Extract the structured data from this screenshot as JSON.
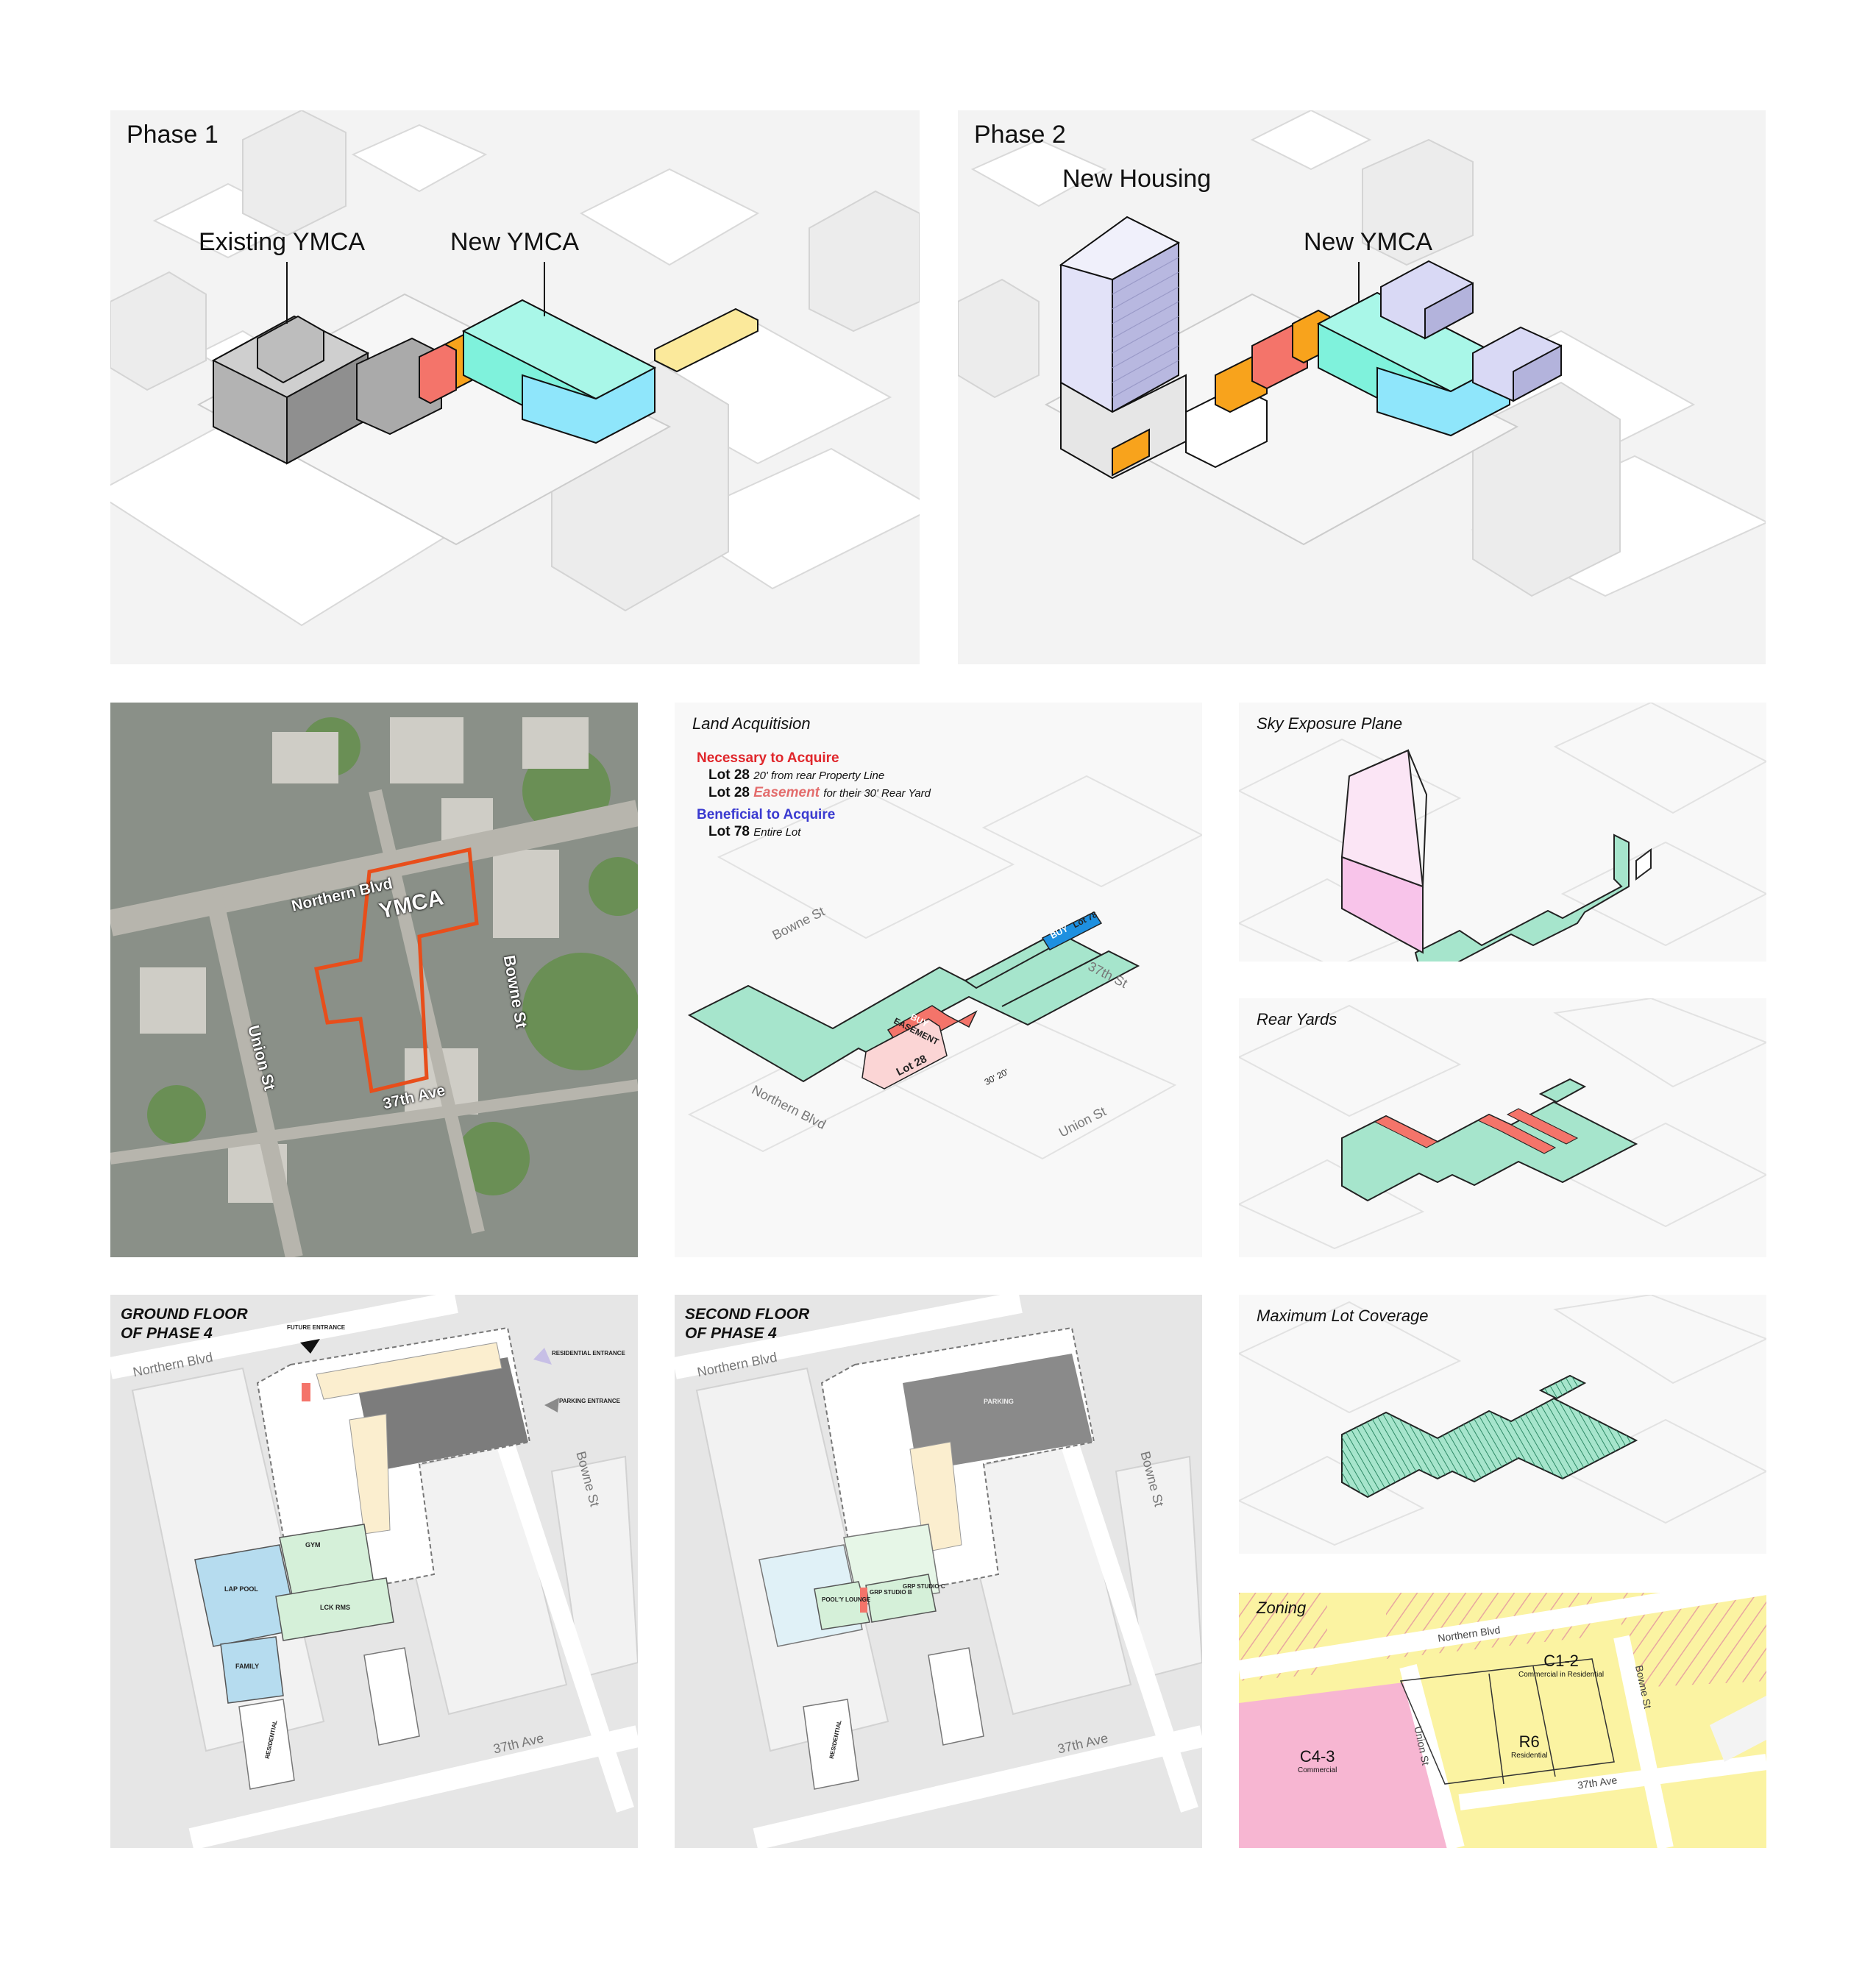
{
  "phase1": {
    "title": "Phase 1",
    "callouts": {
      "existing": "Existing YMCA",
      "new": "New YMCA"
    }
  },
  "phase2": {
    "title": "Phase 2",
    "callouts": {
      "housing": "New Housing",
      "new": "New YMCA"
    }
  },
  "aerial": {
    "labels": {
      "ymca": "YMCA",
      "northern": "Northern Blvd",
      "bowne": "Bowne St",
      "union": "Union St",
      "ave37": "37th Ave"
    }
  },
  "land": {
    "title": "Land Acquitision",
    "necessary": "Necessary to Acquire",
    "lot28a": "Lot 28",
    "lot28a_note": "20' from rear Property Line",
    "lot28b": "Lot 28",
    "lot28b_ease": "Easement",
    "lot28b_note": "for their 30' Rear Yard",
    "beneficial": "Beneficial to Acquire",
    "lot78": "Lot 78",
    "lot78_note": "Entire Lot",
    "map_labels": {
      "bowne": "Bowne St",
      "ave37": "37th St",
      "northern": "Northern Blvd",
      "union": "Union St",
      "lot28": "Lot 28",
      "buy": "BUY",
      "easement": "EASEMENT",
      "buy2": "BUY",
      "lot78": "Lot 78",
      "dims": "30' 20'"
    }
  },
  "sky": {
    "title": "Sky Exposure Plane"
  },
  "rear": {
    "title": "Rear Yards"
  },
  "ground": {
    "title_line1": "GROUND FLOOR",
    "title_line2": "OF PHASE 4",
    "labels": {
      "northern": "Northern Blvd",
      "bowne": "Bowne St",
      "ave37": "37th Ave",
      "future": "FUTURE ENTRANCE",
      "residential_ent": "RESIDENTIAL ENTRANCE",
      "parking_ent": "PARKING ENTRANCE",
      "lap_pool": "LAP POOL",
      "gym": "GYM",
      "lck": "LCK RMS",
      "family": "FAMILY",
      "residential": "RESIDENTIAL"
    }
  },
  "second": {
    "title_line1": "SECOND FLOOR",
    "title_line2": "OF PHASE 4",
    "labels": {
      "northern": "Northern Blvd",
      "bowne": "Bowne St",
      "ave37": "37th Ave",
      "parking": "PARKING",
      "pool_lounge": "POOL'Y LOUNGE",
      "grp1": "GRP STUDIO B",
      "grp2": "GRP STUDIO C",
      "residential": "RESIDENTIAL"
    }
  },
  "maxlot": {
    "title": "Maximum Lot Coverage"
  },
  "zoning": {
    "title": "Zoning",
    "labels": {
      "northern": "Northern Blvd",
      "bowne": "Bowne St",
      "union": "Union St",
      "ave37": "37th Ave",
      "c12": "C1-2",
      "c12_sub": "Commercial in Residential",
      "c43": "C4-3",
      "c43_sub": "Commercial",
      "r6": "R6",
      "r6_sub": "Residential"
    }
  },
  "colors": {
    "teal": "#7ff2dc",
    "blue": "#8fe6fb",
    "orange": "#f8a31c",
    "red": "#f4746a",
    "yellow": "#fbe99b",
    "gray": "#a7a7a7",
    "lavender": "#d9d9f5",
    "green": "#a6e5cc",
    "pink": "#f8c4ea",
    "zone_yellow": "#fbf3a2",
    "zone_pink": "#f7b6d2"
  }
}
